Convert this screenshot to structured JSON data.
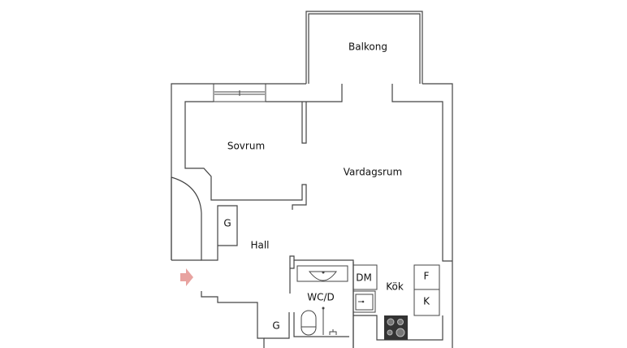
{
  "rooms": {
    "balcony": "Balkong",
    "bedroom": "Sovrum",
    "living_room": "Vardagsrum",
    "hall": "Hall",
    "closet_hall": "G",
    "closet_bath": "G",
    "bathroom": "WC/D",
    "dishwasher": "DM",
    "kitchen": "Kök",
    "freezer": "F",
    "fridge": "K"
  },
  "colors": {
    "entrance_arrow": "#e8a3a0",
    "stove": "#333333"
  }
}
